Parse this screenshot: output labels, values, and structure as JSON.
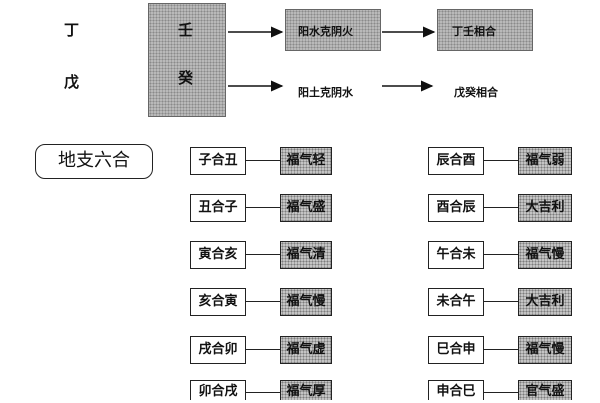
{
  "heavenly_stems": {
    "row1": {
      "left": "丁",
      "box": "壬",
      "mid": "阳水克阴火",
      "result": "丁壬相合"
    },
    "row2": {
      "left": "戊",
      "box": "癸",
      "mid": "阳土克阴水",
      "result": "戊癸相合"
    }
  },
  "section_title": "地支六合",
  "left_column": [
    {
      "combo": "子合丑",
      "result": "福气轻"
    },
    {
      "combo": "丑合子",
      "result": "福气盛"
    },
    {
      "combo": "寅合亥",
      "result": "福气清"
    },
    {
      "combo": "亥合寅",
      "result": "福气慢"
    },
    {
      "combo": "戌合卯",
      "result": "福气虚"
    },
    {
      "combo": "卯合戌",
      "result": "福气厚"
    }
  ],
  "right_column": [
    {
      "combo": "辰合酉",
      "result": "福气弱"
    },
    {
      "combo": "酉合辰",
      "result": "大吉利"
    },
    {
      "combo": "午合未",
      "result": "福气慢"
    },
    {
      "combo": "未合午",
      "result": "大吉利"
    },
    {
      "combo": "巳合申",
      "result": "福气慢"
    },
    {
      "combo": "申合巳",
      "result": "官气盛"
    }
  ]
}
